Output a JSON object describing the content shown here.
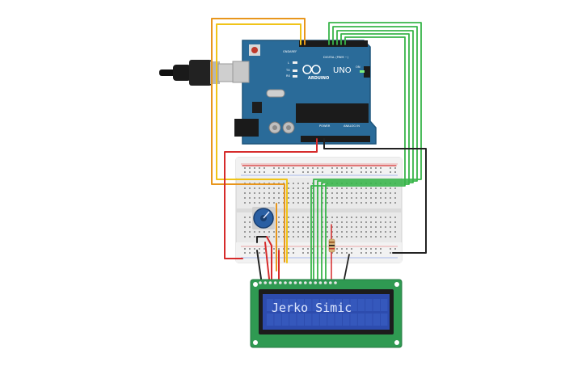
{
  "lcd": {
    "text": "Jerko Simic"
  },
  "arduino": {
    "model": "UNO",
    "brand": "ARDUINO",
    "digital_label": "DIGITAL (PWM ~)",
    "power_label": "POWER",
    "analog_label": "ANALOG IN",
    "aref": "AREF",
    "gnd": "GND",
    "tx": "TX",
    "rx": "RX",
    "l": "L",
    "on": "ON"
  },
  "colors": {
    "board": "#2a6b99",
    "breadboard": "#e9e9e9",
    "lcd_frame": "#2f9a52",
    "lcd_screen": "#2d4cae",
    "wire_orange": "#e8961c",
    "wire_yellow": "#f0c419",
    "wire_green": "#39b54a",
    "wire_red": "#d62b2b",
    "wire_black": "#222222",
    "pot": "#2a5fa3"
  }
}
